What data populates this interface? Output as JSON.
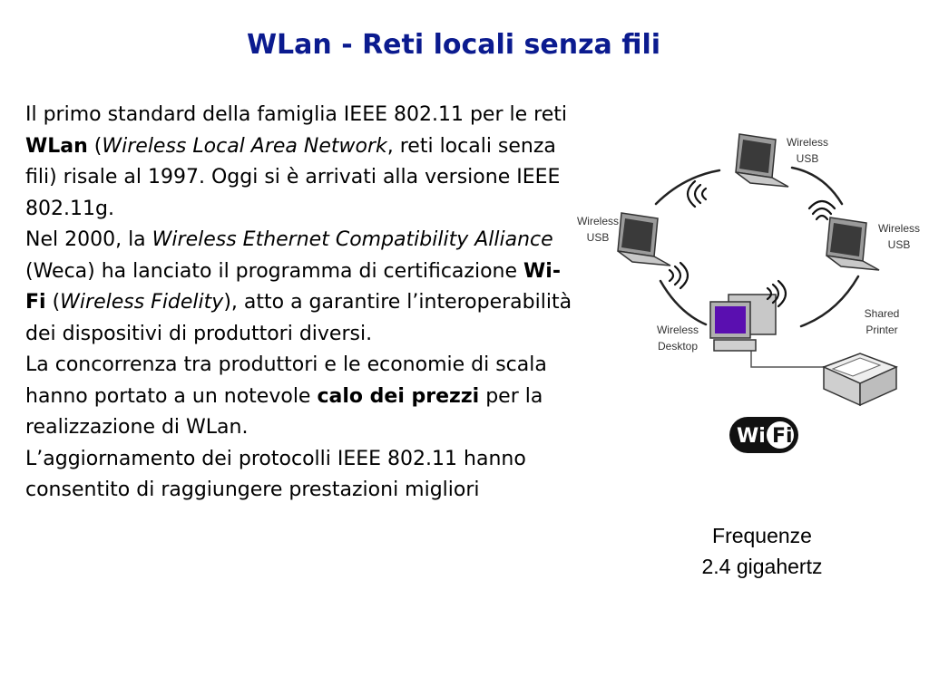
{
  "slide": {
    "title": "WLan - Reti locali senza fili"
  },
  "body": {
    "p1_a": "Il primo standard della famiglia IEEE 802.11 per le reti ",
    "p1_b_bold": "WLan",
    "p1_c": " (",
    "p1_d_italic": "Wireless Local Area Network",
    "p1_e": ", reti locali senza fili) risale al 1997. Oggi si è arrivati alla versione IEEE 802.11g.",
    "p2_a": "Nel 2000, la ",
    "p2_b_italic": "Wireless Ethernet Compatibility Alliance",
    "p2_c": " (Weca) ha lanciato il programma di certificazione ",
    "p2_d_bold": "Wi-Fi",
    "p2_e": " (",
    "p2_f_italic": "Wireless Fidelity",
    "p2_g": "), atto a garantire l’interoperabilità dei dispositivi di produttori diversi.",
    "p3_a": "La concorrenza tra produttori e le economie di scala hanno portato a un notevole ",
    "p3_b_bold": "calo dei prezzi",
    "p3_c": " per la realizzazione di WLan.",
    "p4": "L’aggiornamento dei protocolli IEEE 802.11 hanno consentito di raggiungere prestazioni migliori"
  },
  "diagram": {
    "labels": {
      "top_line1": "Wireless",
      "top_line2": "USB",
      "left_line1": "Wireless",
      "left_line2": "USB",
      "right_line1": "Wireless",
      "right_line2": "USB",
      "desktop_line1": "Wireless",
      "desktop_line2": "Desktop",
      "printer_line1": "Shared",
      "printer_line2": "Printer"
    },
    "logo_text": "WiFi",
    "colors": {
      "monitor_screen": "#5a0fb0",
      "laptop_screen": "#3a3a3a",
      "printer_body": "#dcdcdc"
    }
  },
  "caption": {
    "line1": "Frequenze",
    "line2": "2.4 gigahertz"
  }
}
